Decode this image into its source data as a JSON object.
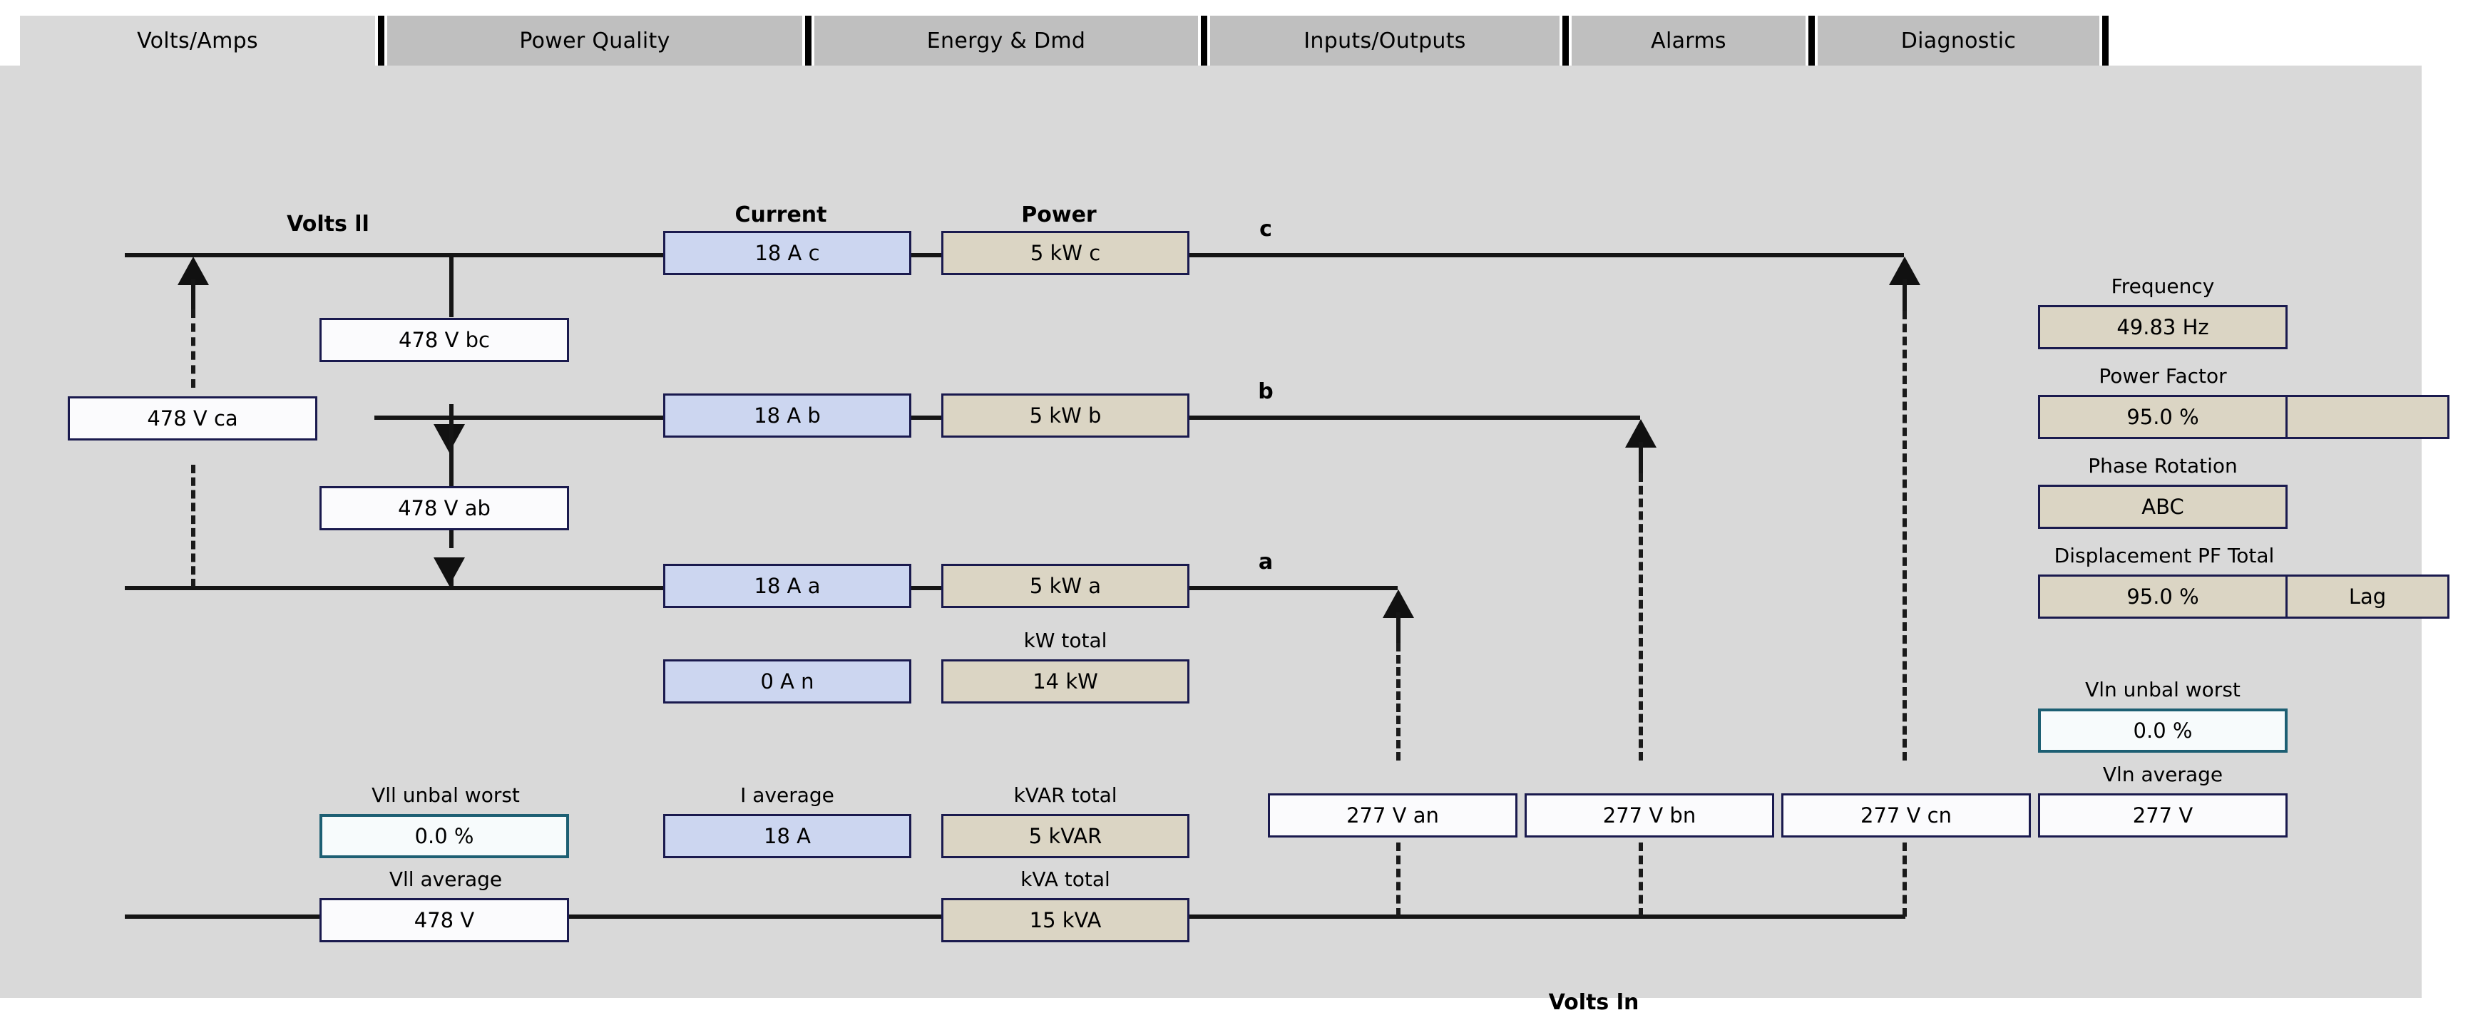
{
  "tabs": [
    {
      "label": "Volts/Amps",
      "active": true
    },
    {
      "label": "Power Quality",
      "active": false
    },
    {
      "label": "Energy & Dmd",
      "active": false
    },
    {
      "label": "Inputs/Outputs",
      "active": false
    },
    {
      "label": "Alarms",
      "active": false
    },
    {
      "label": "Diagnostic",
      "active": false
    }
  ],
  "colors": {
    "panel_bg": "#d9d9d9",
    "tab_active": "#d9d9d9",
    "tab_inactive": "#bfbfbf",
    "box_border_navy": "#1a1a4e",
    "box_border_teal": "#1d5f73",
    "box_white": "#fbfbfd",
    "box_blue": "#ccd6f0",
    "box_tan": "#dbd5c4",
    "line": "#151515"
  },
  "diagram": {
    "title_volts_ll": "Volts ll",
    "title_volts_ln": "Volts ln",
    "col_current": "Current",
    "col_power": "Power",
    "phase_c": "c",
    "phase_b": "b",
    "phase_a": "a"
  },
  "line_to_line": {
    "vca": "478 V ca",
    "vbc": "478 V bc",
    "vab": "478 V ab",
    "unbal_worst_label": "Vll unbal worst",
    "unbal_worst_value": "0.0 %",
    "average_label": "Vll average",
    "average_value": "478 V"
  },
  "current": {
    "c": "18 A c",
    "b": "18 A b",
    "a": "18 A a",
    "n": "0 A n",
    "average_label": "I average",
    "average_value": "18 A"
  },
  "power": {
    "c": "5 kW c",
    "b": "5 kW b",
    "a": "5 kW a",
    "kw_total_label": "kW total",
    "kw_total_value": "14 kW",
    "kvar_total_label": "kVAR total",
    "kvar_total_value": "5 kVAR",
    "kva_total_label": "kVA total",
    "kva_total_value": "15 kVA"
  },
  "line_to_neutral": {
    "an": "277 V an",
    "bn": "277 V bn",
    "cn": "277 V cn",
    "unbal_worst_label": "Vln unbal worst",
    "unbal_worst_value": "0.0 %",
    "average_label": "Vln average",
    "average_value": "277 V"
  },
  "summary": {
    "frequency_label": "Frequency",
    "frequency_value": "49.83 Hz",
    "power_factor_label": "Power Factor",
    "power_factor_value": "95.0 %",
    "power_factor_sign": "",
    "phase_rotation_label": "Phase Rotation",
    "phase_rotation_value": "ABC",
    "dpf_total_label": "Displacement PF Total",
    "dpf_total_value": "95.0 %",
    "dpf_total_sign": "Lag"
  }
}
